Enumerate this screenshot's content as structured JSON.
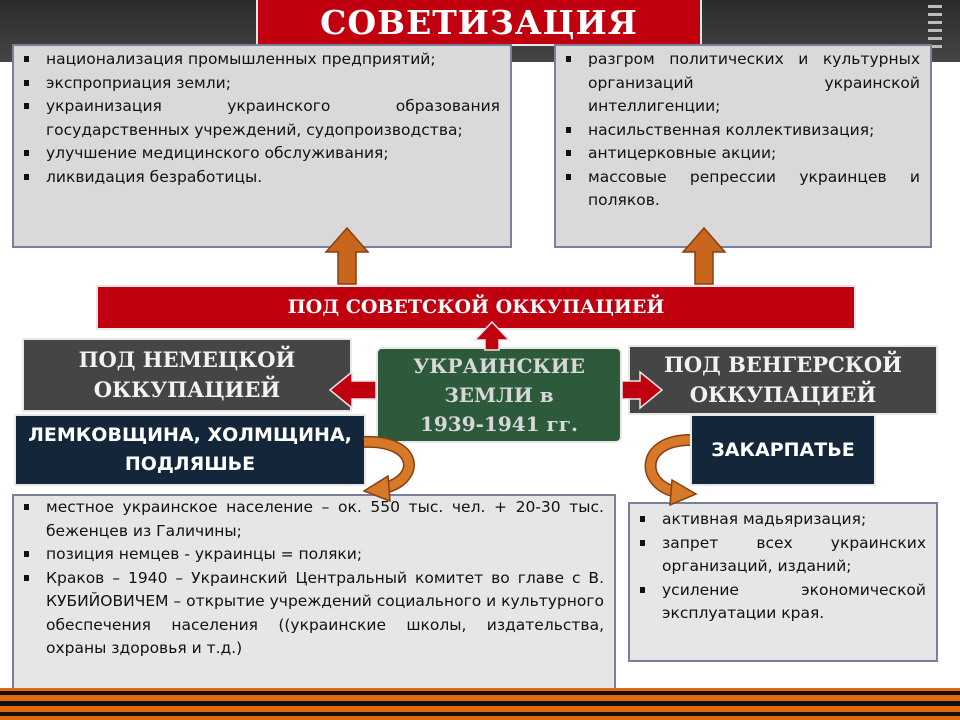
{
  "title": "СОВЕТИЗАЦИЯ",
  "left_top_items": [
    "национализация промышленных предприятий;",
    "экспроприация земли;",
    "украинизация украинского образования государственных учреждений, судопроизводства;",
    "улучшение медицинского обслуживания;",
    "ликвидация безработицы."
  ],
  "right_top_items": [
    "разгром политических и культурных организаций украинской интеллигенции;",
    "насильственная коллективизация;",
    "антицерковные акции;",
    "массовые репрессии украинцев и поляков."
  ],
  "soviet_banner": "ПОД СОВЕТСКОЙ ОККУПАЦИЕЙ",
  "german_box": [
    "ПОД НЕМЕЦКОЙ",
    "ОККУПАЦИЕЙ"
  ],
  "center_box": [
    "УКРАИНСКИЕ",
    "ЗЕМЛИ в",
    "1939-1941 гг."
  ],
  "hungarian_box": [
    "ПОД ВЕНГЕРСКОЙ",
    "ОККУПАЦИЕЙ"
  ],
  "west_regions": [
    "ЛЕМКОВЩИНА, ХОЛМЩИНА,",
    "ПОДЛЯШЬЕ"
  ],
  "zakarpattia": "ЗАКАРПАТЬЕ",
  "left_bottom_items": [
    "местное украинское население – ок. 550 тыс. чел. + 20-30 тыс. беженцев из Галичины;",
    "позиция немцев - украинцы = поляки;",
    "Краков – 1940 – Украинский Центральный комитет во главе с В. КУБИЙОВИЧЕМ – открытие учреждений социального и культурного обеспечения населения ((украинские школы, издательства, охраны здоровья и т.д.)"
  ],
  "right_bottom_items": [
    "активная мадьяризация;",
    "запрет всех украинских организаций, изданий;",
    "усиление экономической эксплуатации края."
  ],
  "colors": {
    "red": "#c0000e",
    "dark_gray": "#454545",
    "green": "#2e5a3c",
    "navy": "#14263a",
    "arrow_orange": "#c8661e",
    "arrow_red": "#c0000e",
    "stripe_orange": "#e06a0c"
  }
}
